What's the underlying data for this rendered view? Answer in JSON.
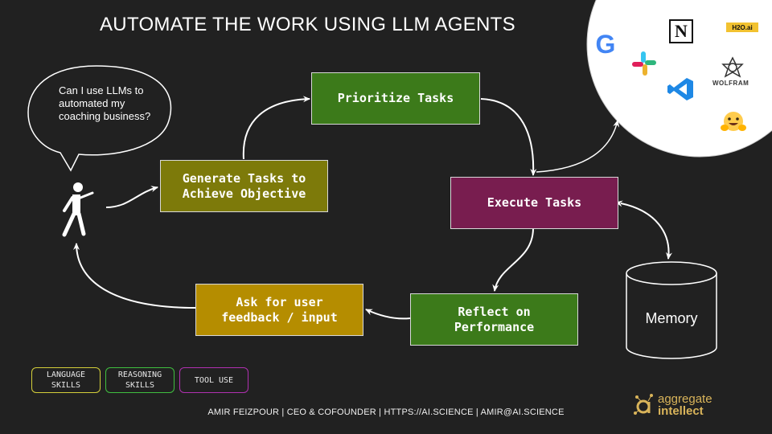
{
  "title": "AUTOMATE THE WORK USING LLM AGENTS",
  "speech_bubble": "Can I use LLMs to automated my coaching business?",
  "steps": {
    "prioritize": "Prioritize Tasks",
    "generate": "Generate Tasks to\nAchieve Objective",
    "execute": "Execute Tasks",
    "reflect": "Reflect on\nPerformance",
    "feedback": "Ask for user\nfeedback / input"
  },
  "memory": "Memory",
  "legend": {
    "language": "LANGUAGE\nSKILLS",
    "reasoning": "REASONING\nSKILLS",
    "tool": "TOOL USE"
  },
  "tools": {
    "h2o": "H2O.ai",
    "wolfram": "WOLFRAM",
    "google": "G",
    "notion": "N"
  },
  "footer": "AMIR FEIZPOUR | CEO & COFOUNDER | HTTPS://AI.SCIENCE | AMIR@AI.SCIENCE",
  "brand": {
    "line1": "aggregate",
    "line2": "intellect"
  },
  "colors": {
    "background": "#212121",
    "green": "#3c7a1a",
    "olive": "#7d7a0a",
    "gold": "#b58d00",
    "purple": "#781d4f",
    "legend_language": "#d4cf3a",
    "legend_reasoning": "#3fbf3f",
    "legend_tool": "#b030b0",
    "brand": "#d9b45a"
  }
}
